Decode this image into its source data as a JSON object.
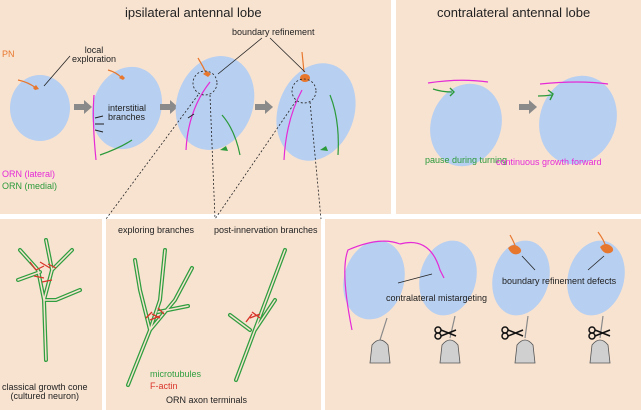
{
  "panels": {
    "ipsi": {
      "title": "ipsilateral antennal lobe"
    },
    "contra": {
      "title": "contralateral antennal lobe"
    }
  },
  "labels": {
    "pn": "PN",
    "local_exploration": "local\nexploration",
    "interstitial_branches": "interstitial\nbranches",
    "boundary_refinement": "boundary refinement",
    "orn_lateral": "ORN (lateral)",
    "orn_medial": "ORN (medial)",
    "pause_during_turning": "pause during turning",
    "continuous_growth_forward": "continuous growth forward",
    "classical_growth_cone": "classical growth cone\n(cultured neuron)",
    "exploring_branches": "exploring branches",
    "post_innervation_branches": "post-innervation branches",
    "microtubules": "microtubules",
    "f_actin": "F-actin",
    "orn_axon_terminals": "ORN axon terminals",
    "contralateral_mistargeting": "contralateral mistargeting",
    "boundary_refinement_defects": "boundary refinement defects"
  },
  "colors": {
    "panel_bg": "#f8e3d1",
    "lobe": "#b7cff0",
    "pn_orange": "#e8772e",
    "orn_lateral_magenta": "#e52ad6",
    "orn_medial_green": "#2b9a3a",
    "microtubule_green": "#2f9e3f",
    "actin_red": "#d8352a",
    "arrow_gray": "#8a8a8a"
  },
  "icons": [
    "right-arrow-icon",
    "scissors-icon",
    "bell-icon"
  ]
}
